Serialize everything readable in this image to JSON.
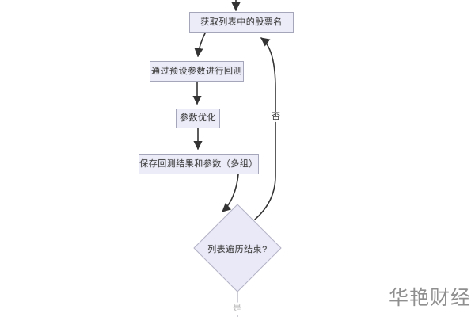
{
  "watermark": "华艳财经",
  "diagram": {
    "nodes": {
      "get_stock": {
        "label": "获取列表中的股票名"
      },
      "backtest": {
        "label": "通过预设参数进行回测"
      },
      "optimize": {
        "label": "参数优化"
      },
      "save": {
        "label": "保存回测结果和参数（多组）"
      },
      "decision": {
        "label": "列表遍历结束?"
      }
    },
    "edge_labels": {
      "no": "否",
      "yes": "是"
    },
    "colors": {
      "node_fill": "#ececf9",
      "node_border": "#a6a6ba",
      "diamond_fill": "#e9e9f8",
      "diamond_border": "#b3b3c6",
      "edge_stroke": "#333333",
      "node_text": "#3d3d3d",
      "yes_label_text": "#b8b8b8",
      "watermark_text": "#8f8f8f",
      "background": "#ffffff"
    }
  }
}
